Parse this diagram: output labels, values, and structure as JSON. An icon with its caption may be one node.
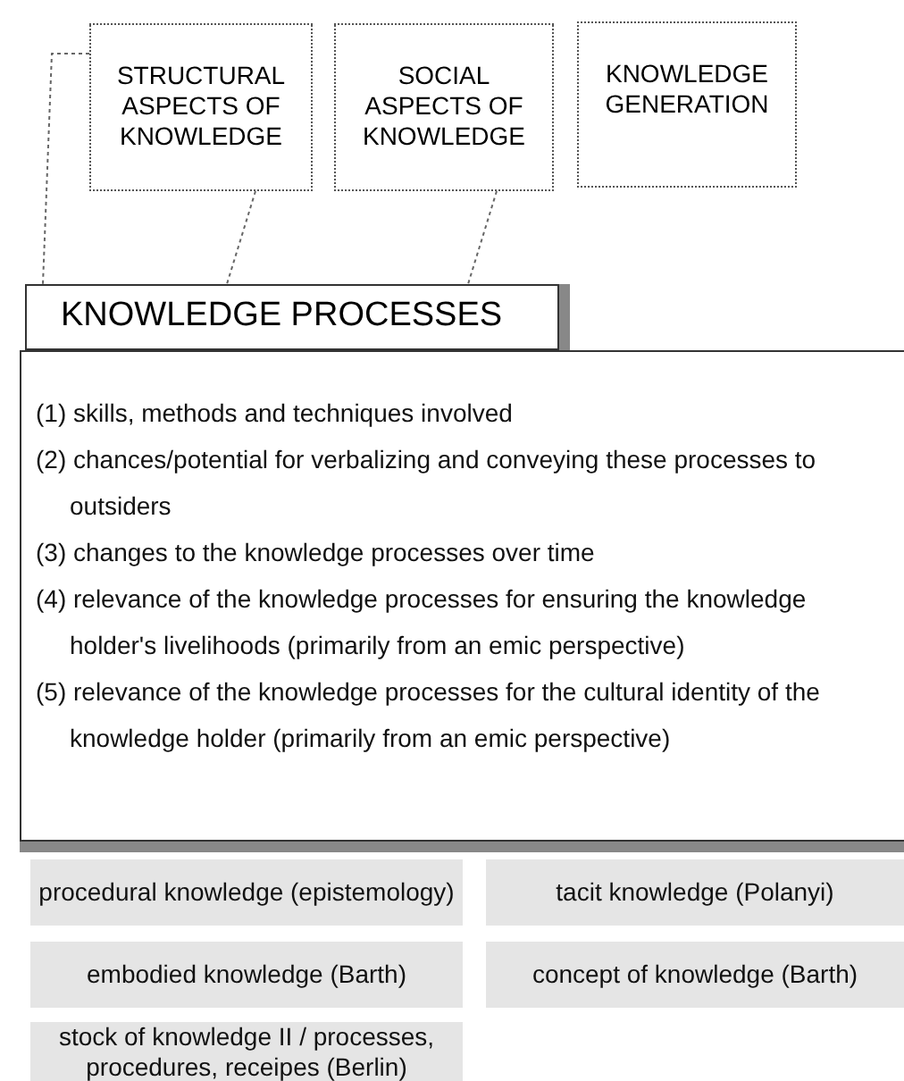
{
  "diagram": {
    "nodes": [
      {
        "text": [
          "STRUCTURAL ASPECTS OF KNOWLEDGE"
        ]
      },
      {
        "text": [
          "SOCIAL ASPECTS OF KNOWLEDGE"
        ]
      },
      {
        "text": [
          "KNOWLEDGE GENERATION"
        ]
      },
      {
        "text": [
          "KNOWLEDGE PROCESSES"
        ]
      },
      {
        "text": [
          "(1) skills, methods and techniques involved",
          "(2) chances/potential for verbalizing and conveying these processes to outsiders",
          "(3) changes to the knowledge processes over time",
          "(4) relevance of the knowledge processes for ensuring the knowledge holder's livelihoods (primarily from an emic perspective)",
          "(5) relevance of the knowledge processes for the cultural identity of the knowledge holder (primarily from an emic perspective)"
        ]
      },
      {
        "text": [
          "procedural knowledge (epistemology)"
        ]
      },
      {
        "text": [
          "tacit knowledge (Polanyi)"
        ]
      },
      {
        "text": [
          "embodied knowledge (Barth)"
        ]
      },
      {
        "text": [
          "concept of knowledge (Barth)"
        ]
      },
      {
        "text": [
          "stock of knowledge II / processes, procedures, receipes (Berlin)"
        ]
      }
    ],
    "edges": [
      {
        "from": 0,
        "to": 3,
        "arrow": "none",
        "style": "dashed"
      },
      {
        "from": 0,
        "to": 3,
        "arrow": "none",
        "style": "dashed"
      },
      {
        "from": 1,
        "to": 3,
        "arrow": "none",
        "style": "dashed"
      }
    ]
  }
}
